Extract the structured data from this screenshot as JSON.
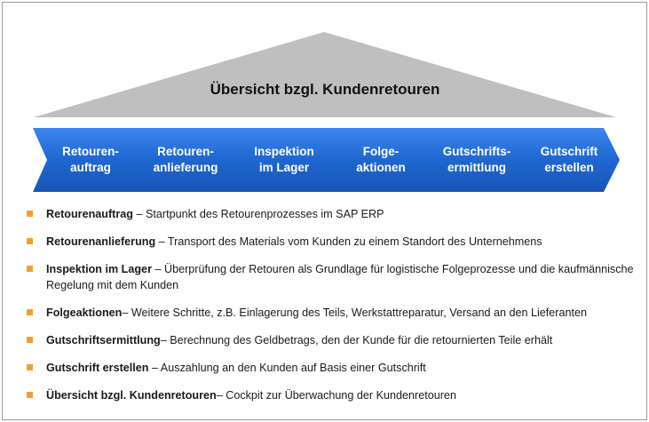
{
  "roof": {
    "title": "Übersicht bzgl. Kundenretouren"
  },
  "steps": [
    {
      "line1": "Retouren-",
      "line2": "auftrag"
    },
    {
      "line1": "Retouren-",
      "line2": "anlieferung"
    },
    {
      "line1": "Inspektion",
      "line2": "im Lager"
    },
    {
      "line1": "Folge-",
      "line2": "aktionen"
    },
    {
      "line1": "Gutschrifts-",
      "line2": "ermittlung"
    },
    {
      "line1": "Gutschrift",
      "line2": "erstellen"
    }
  ],
  "list": [
    {
      "term": "Retourenauftrag",
      "text": " – Startpunkt des Retourenprozesses  im SAP ERP"
    },
    {
      "term": "Retourenanlieferung",
      "text": " – Transport des Materials vom Kunden zu einem Standort des Unternehmens"
    },
    {
      "term": "Inspektion im Lager",
      "text": " – Überprüfung der Retouren als Grundlage für logistische Folgeprozesse und die kaufmännische Regelung mit dem Kunden"
    },
    {
      "term": "Folgeaktionen",
      "text": "– Weitere Schritte, z.B. Einlagerung des Teils, Werkstattreparatur, Versand an den Lieferanten"
    },
    {
      "term": "Gutschriftsermittlung",
      "text": "–  Berechnung des Geldbetrags, den der Kunde für die retournierten Teile erhält"
    },
    {
      "term": "Gutschrift erstellen",
      "text": " – Auszahlung an den Kunden auf Basis einer Gutschrift"
    },
    {
      "term": "Übersicht bzgl. Kundenretouren",
      "text": "– Cockpit zur Überwachung der Kundenretouren"
    }
  ],
  "colors": {
    "roof": "#bfbfbf",
    "arrow": "#1f66d1",
    "bullet": "#f0a030"
  }
}
